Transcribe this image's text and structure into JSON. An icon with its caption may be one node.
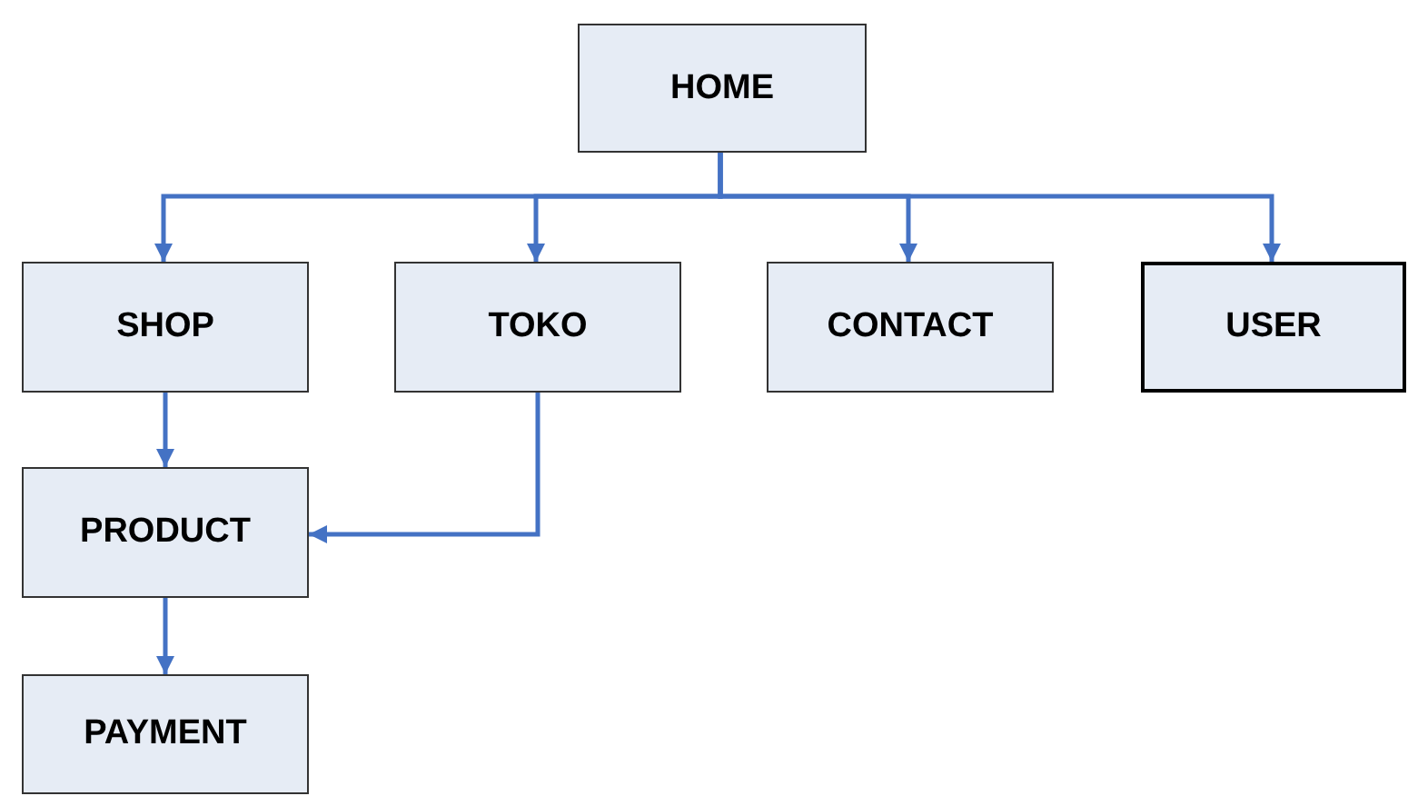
{
  "diagram": {
    "nodes": [
      {
        "text": [
          "HOME"
        ]
      },
      {
        "text": [
          "SHOP"
        ]
      },
      {
        "text": [
          "TOKO"
        ]
      },
      {
        "text": [
          "CONTACT"
        ]
      },
      {
        "text": [
          "USER"
        ]
      },
      {
        "text": [
          "PRODUCT"
        ]
      },
      {
        "text": [
          "PAYMENT"
        ]
      }
    ],
    "edges": [
      {
        "from": 0,
        "to": 1,
        "arrow": "to"
      },
      {
        "from": 0,
        "to": 2,
        "arrow": "to"
      },
      {
        "from": 0,
        "to": 3,
        "arrow": "to"
      },
      {
        "from": 0,
        "to": 4,
        "arrow": "to"
      },
      {
        "from": 1,
        "to": 5,
        "arrow": "to"
      },
      {
        "from": 2,
        "to": 5,
        "arrow": "to"
      },
      {
        "from": 5,
        "to": 6,
        "arrow": "to"
      }
    ]
  }
}
